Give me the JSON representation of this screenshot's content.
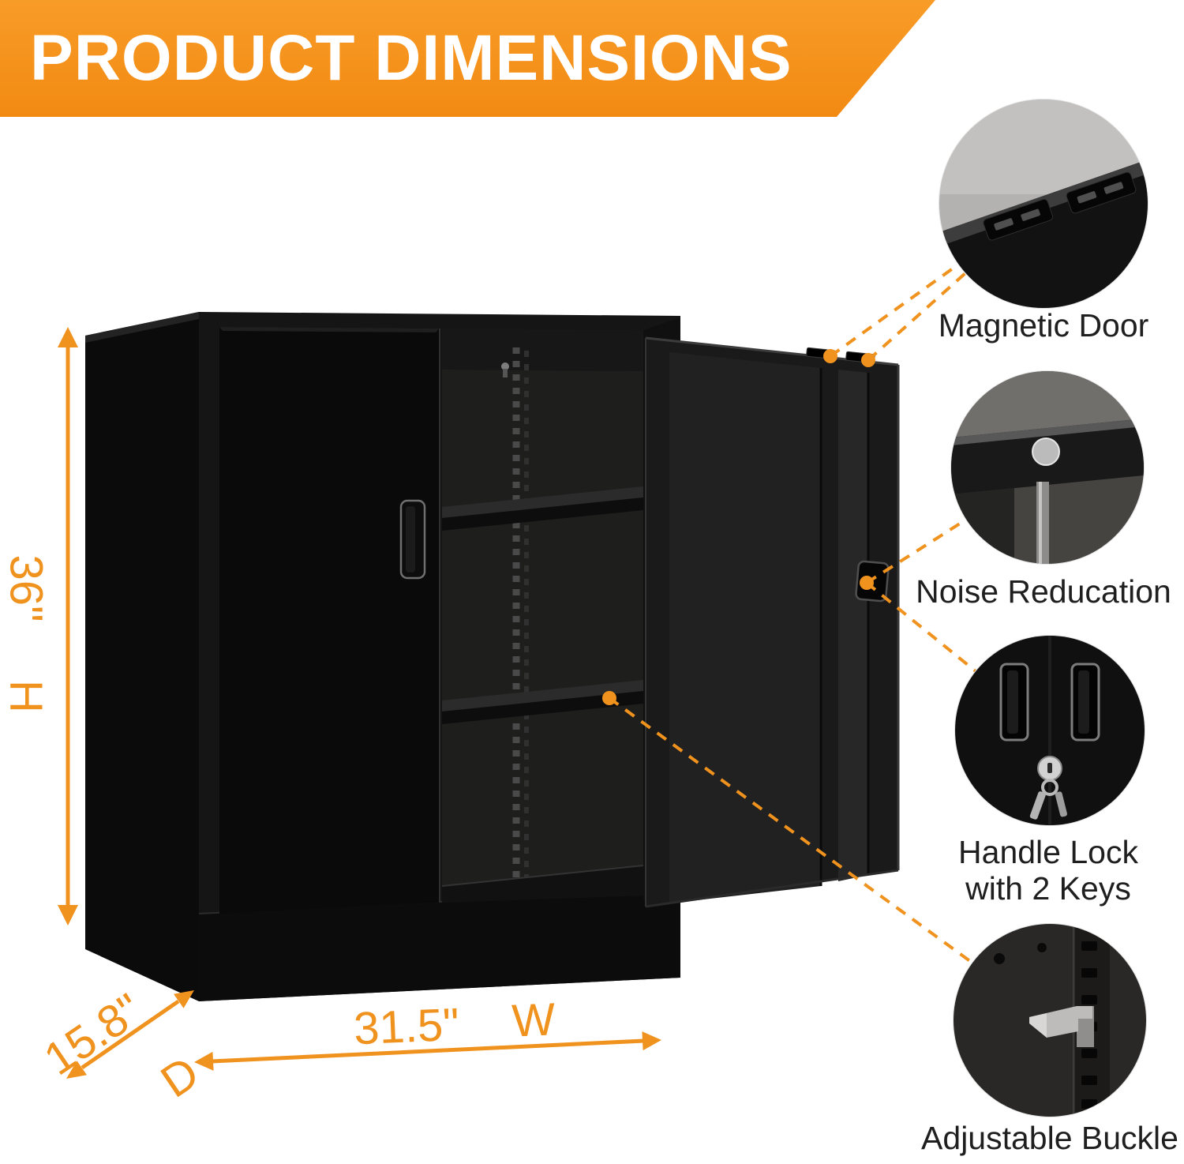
{
  "banner": {
    "title": "PRODUCT DIMENSIONS",
    "bg_color": "#f7941d",
    "text_color": "#ffffff"
  },
  "dimensions": {
    "height": {
      "value": "36\"",
      "axis": "H"
    },
    "depth": {
      "value": "15.8\"",
      "axis": "D"
    },
    "width": {
      "value": "31.5\"",
      "axis": "W"
    }
  },
  "callouts": [
    {
      "id": "magnetic-door",
      "label": "Magnetic Door"
    },
    {
      "id": "noise-reduction",
      "label": "Noise Reducation"
    },
    {
      "id": "handle-lock",
      "label": "Handle Lock",
      "label_line2": "with 2 Keys"
    },
    {
      "id": "adjustable-buckle",
      "label": "Adjustable Buckle"
    }
  ],
  "colors": {
    "accent_orange": "#f0921e",
    "banner_orange": "#f7941d",
    "cabinet_black": "#111111",
    "label_text": "#1f1f1f"
  }
}
